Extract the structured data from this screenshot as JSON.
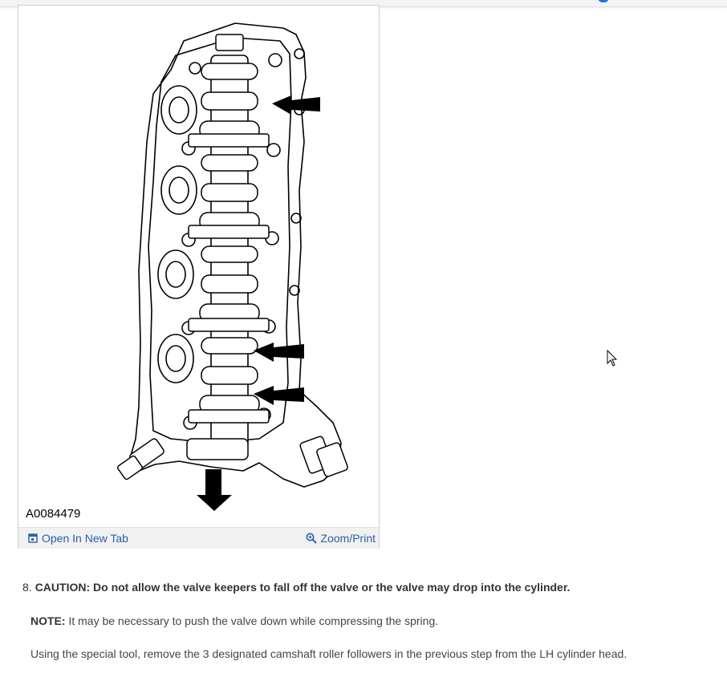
{
  "figure": {
    "id_label": "A0084479",
    "open_tab_label": "Open In New Tab",
    "zoom_label": "Zoom/Print",
    "open_tab_icon": "open-new-tab-icon",
    "zoom_icon": "zoom-magnifier-icon",
    "link_color": "#2b5fa6"
  },
  "step": {
    "number": "8.",
    "caution_text": "CAUTION: Do not allow the valve keepers to fall off the valve or the valve may drop into the cylinder.",
    "note_label": "NOTE:",
    "note_text": " It may be necessary to push the valve down while compressing the spring.",
    "instruction": "Using the special tool, remove the 3 designated camshaft roller followers in the previous step from the LH cylinder head."
  }
}
